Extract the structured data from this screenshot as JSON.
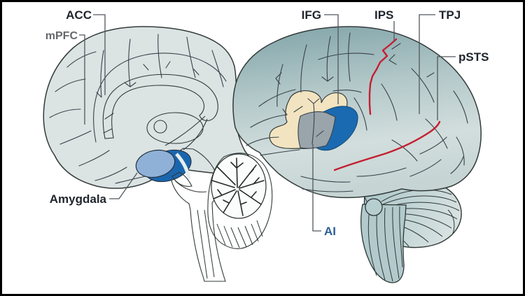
{
  "figure": {
    "kind": "brain-regions-diagram",
    "views": [
      {
        "name": "medial view",
        "regions": [
          "ACC",
          "mPFC",
          "Amygdala"
        ]
      },
      {
        "name": "lateral view",
        "regions": [
          "IFG",
          "IPS",
          "TPJ",
          "pSTS",
          "AI"
        ]
      }
    ]
  },
  "labels": {
    "acc": "ACC",
    "mpfc": "mPFC",
    "amygdala": "Amygdala",
    "ifg": "IFG",
    "ips": "IPS",
    "tpj": "TPJ",
    "psts": "pSTS",
    "ai": "AI"
  },
  "colors": {
    "background": "#ffffff",
    "frame": "#000000",
    "medial_brain": "#dbe3e3",
    "medial_inner": "#ecf1f0",
    "thalamus": "#e3eaea",
    "cerebellum_white": "#fbfdfc",
    "lateral_brain_top": "#7fa3a8",
    "lateral_brain_mid": "#b3c8c9",
    "lateral_brain_bottom": "#d2dedd",
    "cerebellum_lat_left": "#a8c4c7",
    "cerebellum_lat_right": "#d6e1e0",
    "brainstem_lat": "#b2cacc",
    "ifg_highlight": "#f2e4c0",
    "ai_highlight": "#99a4ab",
    "blue_highlight": "#1a6ab1",
    "amygdala_light": "#8fb1d8",
    "amygdala_dark": "#1a66ae",
    "sulcus_red": "#c41f30",
    "leader_line": "#50585d",
    "label_text": "#20262e",
    "mpfc_text": "#63696e",
    "ai_text": "#2e5f99"
  }
}
